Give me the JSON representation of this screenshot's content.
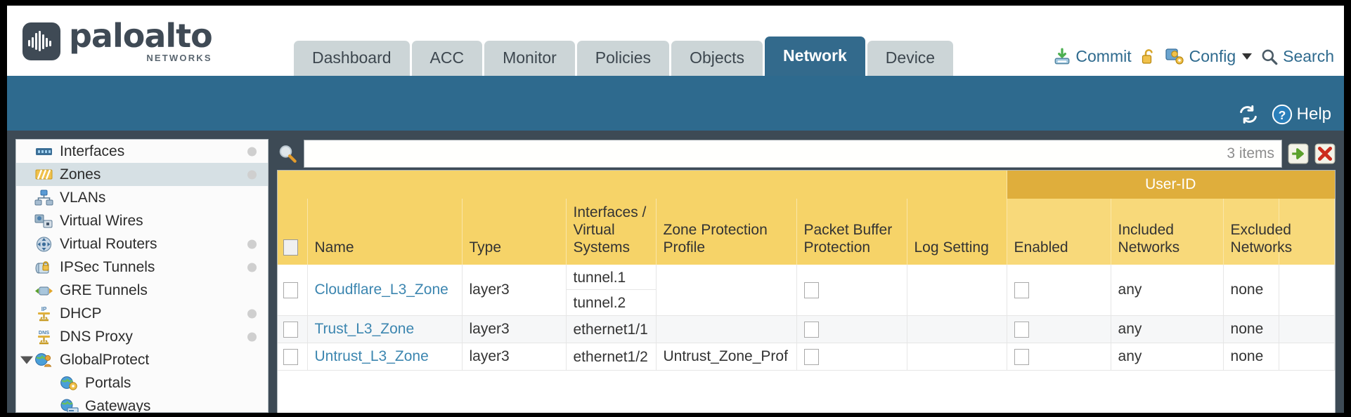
{
  "brand": {
    "name": "paloalto",
    "sub": "NETWORKS"
  },
  "tabs": [
    {
      "label": "Dashboard",
      "active": false
    },
    {
      "label": "ACC",
      "active": false
    },
    {
      "label": "Monitor",
      "active": false
    },
    {
      "label": "Policies",
      "active": false
    },
    {
      "label": "Objects",
      "active": false
    },
    {
      "label": "Network",
      "active": true
    },
    {
      "label": "Device",
      "active": false
    }
  ],
  "top_actions": {
    "commit": "Commit",
    "lock_icon": "unlock-icon",
    "config": "Config",
    "config_icon": "config-wrench-icon",
    "search": "Search",
    "search_icon": "search-icon"
  },
  "band": {
    "refresh_icon": "refresh-icon",
    "help": "Help",
    "help_icon": "help-icon"
  },
  "sidebar": {
    "items": [
      {
        "label": "Interfaces",
        "icon": "interfaces-icon",
        "dot": true,
        "selected": false,
        "child": false,
        "expander": false
      },
      {
        "label": "Zones",
        "icon": "zones-icon",
        "dot": true,
        "selected": true,
        "child": false,
        "expander": false
      },
      {
        "label": "VLANs",
        "icon": "vlans-icon",
        "dot": false,
        "selected": false,
        "child": false,
        "expander": false
      },
      {
        "label": "Virtual Wires",
        "icon": "virtual-wires-icon",
        "dot": false,
        "selected": false,
        "child": false,
        "expander": false
      },
      {
        "label": "Virtual Routers",
        "icon": "virtual-routers-icon",
        "dot": true,
        "selected": false,
        "child": false,
        "expander": false
      },
      {
        "label": "IPSec Tunnels",
        "icon": "ipsec-tunnels-icon",
        "dot": true,
        "selected": false,
        "child": false,
        "expander": false
      },
      {
        "label": "GRE Tunnels",
        "icon": "gre-tunnels-icon",
        "dot": false,
        "selected": false,
        "child": false,
        "expander": false
      },
      {
        "label": "DHCP",
        "icon": "dhcp-icon",
        "dot": true,
        "selected": false,
        "child": false,
        "expander": false
      },
      {
        "label": "DNS Proxy",
        "icon": "dns-proxy-icon",
        "dot": true,
        "selected": false,
        "child": false,
        "expander": false
      },
      {
        "label": "GlobalProtect",
        "icon": "globalprotect-icon",
        "dot": false,
        "selected": false,
        "child": false,
        "expander": true
      },
      {
        "label": "Portals",
        "icon": "portals-icon",
        "dot": false,
        "selected": false,
        "child": true,
        "expander": false
      },
      {
        "label": "Gateways",
        "icon": "gateways-icon",
        "dot": false,
        "selected": false,
        "child": true,
        "expander": false
      }
    ]
  },
  "search": {
    "value": "",
    "placeholder": "",
    "items_count": "3 items",
    "apply_icon": "green-arrow-icon",
    "clear_icon": "red-x-icon"
  },
  "table": {
    "group_header": {
      "label": "User-ID",
      "span": 3
    },
    "columns": [
      "Name",
      "Type",
      "Interfaces / Virtual Systems",
      "Zone Protection Profile",
      "Packet Buffer Protection",
      "Log Setting",
      "Enabled",
      "Included Networks",
      "Excluded Networks"
    ],
    "rows": [
      {
        "selected": false,
        "name": "Cloudflare_L3_Zone",
        "type": "layer3",
        "interfaces": [
          "tunnel.1",
          "tunnel.2"
        ],
        "zone_protection_profile": "",
        "packet_buffer_protection": false,
        "log_setting": "",
        "user_id_enabled": false,
        "included_networks": "any",
        "excluded_networks": "none"
      },
      {
        "selected": false,
        "name": "Trust_L3_Zone",
        "type": "layer3",
        "interfaces": [
          "ethernet1/1"
        ],
        "zone_protection_profile": "",
        "packet_buffer_protection": false,
        "log_setting": "",
        "user_id_enabled": false,
        "included_networks": "any",
        "excluded_networks": "none"
      },
      {
        "selected": false,
        "name": "Untrust_L3_Zone",
        "type": "layer3",
        "interfaces": [
          "ethernet1/2"
        ],
        "zone_protection_profile": "Untrust_Zone_Prof",
        "packet_buffer_protection": false,
        "log_setting": "",
        "user_id_enabled": false,
        "included_networks": "any",
        "excluded_networks": "none"
      }
    ]
  },
  "colors": {
    "brand_blue": "#2e6a8e",
    "tab_active": "#336a8c",
    "tab_inactive": "#ccd5d7",
    "header_yellow": "#f6d368",
    "group_amber": "#dfae3c",
    "link_blue": "#3c86b0",
    "chrome_dark": "#3d4a55"
  }
}
